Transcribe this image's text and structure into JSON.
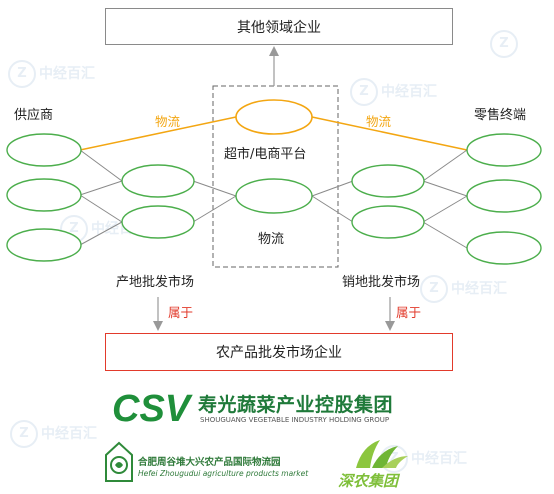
{
  "top_box": "其他领域企业",
  "bottom_box": "农产品批发市场企业",
  "labels": {
    "supplier": "供应商",
    "retail": "零售终端",
    "supermarket": "超市/电商平台",
    "logistics_center": "物流",
    "logistics_left": "物流",
    "logistics_right": "物流",
    "origin_market": "产地批发市场",
    "sales_market": "销地批发市场",
    "belongs_left": "属于",
    "belongs_right": "属于"
  },
  "logos": {
    "csv_mark": "CSV",
    "shouguang_cn": "寿光蔬菜产业控股集团",
    "shouguang_en": "SHOUGUANG VEGETABLE INDUSTRY HOLDING GROUP",
    "hefei_cn": "合肥周谷堆大兴农产品国际物流园",
    "hefei_en": "Hefei Zhougudui agriculture products market",
    "shennong": "深农集团"
  },
  "watermark": "中经百汇",
  "colors": {
    "ellipse": "#4cae4c",
    "orange": "#f3a612",
    "red": "#e23a2b",
    "gray_line": "#888888"
  }
}
